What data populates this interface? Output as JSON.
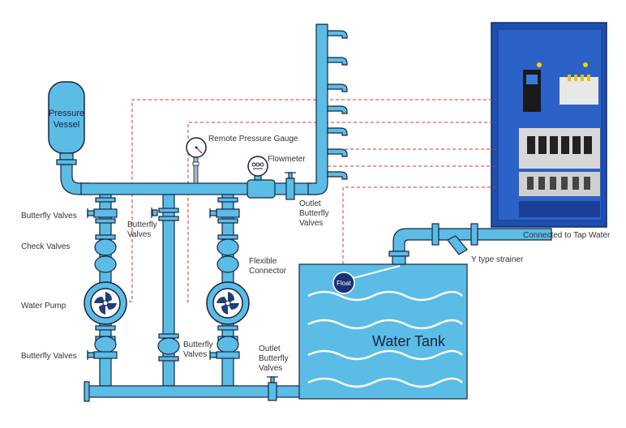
{
  "labels": {
    "pressure_vessel_line1": "Pressure",
    "pressure_vessel_line2": "Vessel",
    "remote_pressure_gauge": "Remote Pressure Gauge",
    "flowmeter": "Flowmeter",
    "outlet_butterfly_top_1": "Outlet",
    "outlet_butterfly_top_2": "Butterfly",
    "outlet_butterfly_top_3": "Valves",
    "butterfly_valves_left_top": "Butterfly Valves",
    "butterfly_valves_mid_1": "Butterfly",
    "butterfly_valves_mid_2": "Valves",
    "check_valves": "Check Valves",
    "water_pump": "Water Pump",
    "flexible_connector_1": "Flexible",
    "flexible_connector_2": "Connector",
    "butterfly_valves_left_bottom": "Butterfly Valves",
    "butterfly_valves_bottom_mid_1": "Butterfly",
    "butterfly_valves_bottom_mid_2": "Valves",
    "outlet_butterfly_bottom_1": "Outlet",
    "outlet_butterfly_bottom_2": "Butterfly",
    "outlet_butterfly_bottom_3": "Valves",
    "water_tank": "Water Tank",
    "float": "Float",
    "y_type_strainer": "Y type strainer",
    "tap_water": "Connected to Tap Water"
  },
  "colors": {
    "pipe": "#5bbde6",
    "outline": "#1a2240",
    "signal": "#e03030",
    "tank": "#5bbde6",
    "cabinet": "#1c4fb0",
    "float": "#1e2f7a"
  }
}
